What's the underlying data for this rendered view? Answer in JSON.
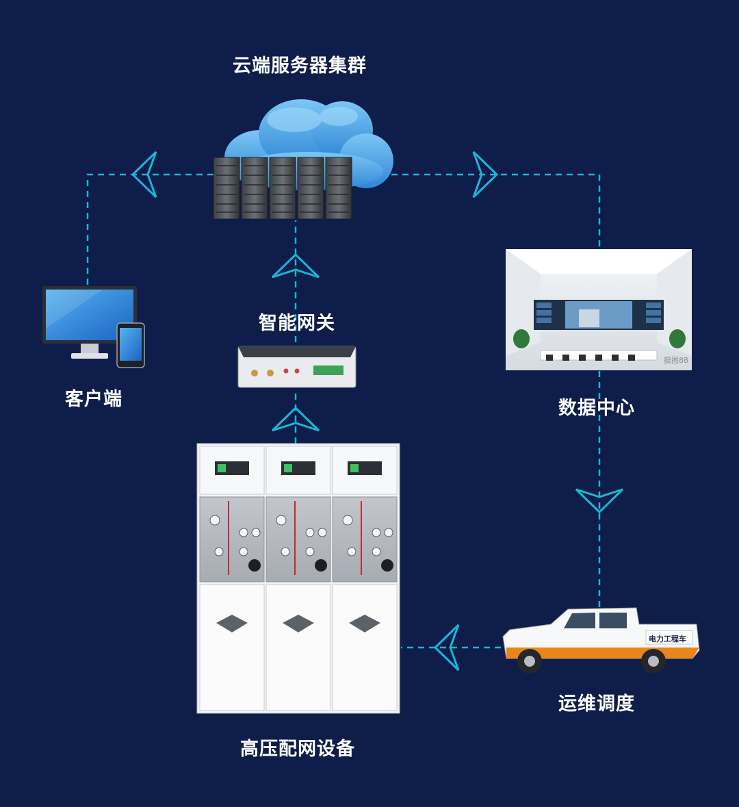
{
  "colors": {
    "background": "#0f1d4a",
    "flow_line": "#19b7d6",
    "label_text": "#ffffff",
    "truck_stripe": "#e8861c"
  },
  "nodes": {
    "cloud": {
      "label": "云端服务器集群",
      "icon": "cloud-server-cluster-icon"
    },
    "gateway": {
      "label": "智能网关",
      "icon": "smart-gateway-icon"
    },
    "client": {
      "label": "客户端",
      "icon": "desktop-and-phone-icon"
    },
    "datacenter": {
      "label": "数据中心",
      "icon": "control-room-icon",
      "watermark": "摄图88"
    },
    "dispatch": {
      "label": "运维调度",
      "icon": "utility-truck-icon",
      "truck_text": "电力工程车"
    },
    "equipment": {
      "label": "高压配网设备",
      "icon": "switchgear-cabinet-icon"
    }
  }
}
